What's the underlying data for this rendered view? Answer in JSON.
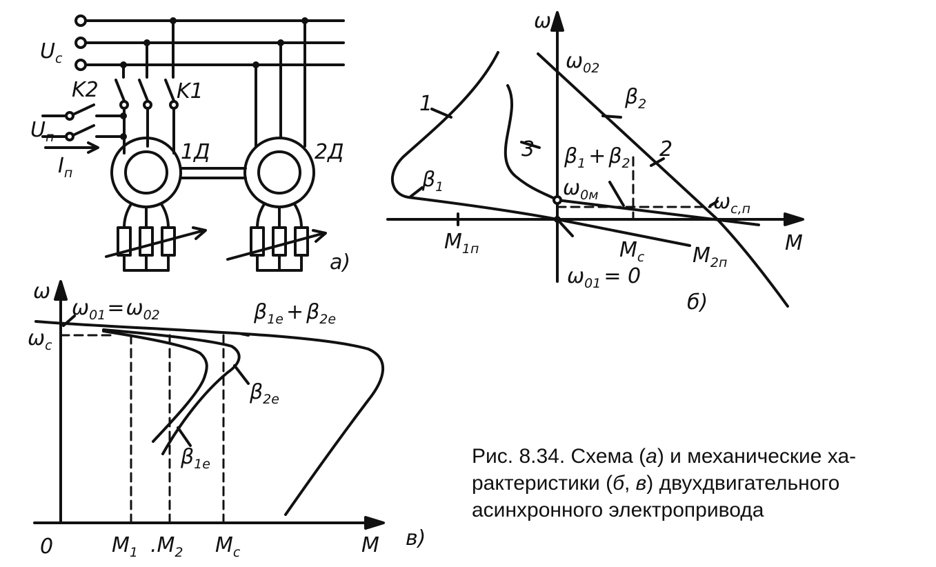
{
  "labels": {
    "Uc": "U",
    "Uc_sub": "c",
    "Un": "U",
    "Un_sub": "п",
    "In": "I",
    "In_sub": "п",
    "K1": "K1",
    "K2": "K2",
    "motor1": "1Д",
    "motor2": "2Д",
    "panel_a": "а)",
    "panel_b": "б)",
    "panel_c": "в)",
    "b_omega": "ω",
    "b_omega02": "ω",
    "b_omega02_sub": "02",
    "b_beta2": "β",
    "b_beta2_sub": "2",
    "b_curve1": "1",
    "b_curve2": "2",
    "b_curve3": "3",
    "b_beta1": "β",
    "b_beta1_sub": "1",
    "b_sum_a": "β",
    "b_sum_a_sub": "1",
    "b_sum_plus": "+",
    "b_sum_b": "β",
    "b_sum_b_sub": "2",
    "b_omega0m": "ω",
    "b_omega0m_sub": "0м",
    "b_omegacn": "ω",
    "b_omegacn_sub": "c,п",
    "b_M1n": "M",
    "b_M1n_sub": "1п",
    "b_Mc": "M",
    "b_Mc_sub": "c",
    "b_M2n": "M",
    "b_M2n_sub": "2п",
    "b_M": "M",
    "b_omega01": "ω",
    "b_omega01_sub": "01",
    "b_omega01_eq": "= 0",
    "c_omega": "ω",
    "c_top_a": "ω",
    "c_top_a_sub": "01",
    "c_top_eq": "=",
    "c_top_b": "ω",
    "c_top_b_sub": "02",
    "c_omegac": "ω",
    "c_omegac_sub": "c",
    "c_sum_a": "β",
    "c_sum_a_sub": "1e",
    "c_sum_plus": "+",
    "c_sum_b": "β",
    "c_sum_b_sub": "2e",
    "c_beta2e": "β",
    "c_beta2e_sub": "2e",
    "c_beta1e": "β",
    "c_beta1e_sub": "1e",
    "c_zero": "0",
    "c_M1": "M",
    "c_M1_sub": "1",
    "c_M2": ".M",
    "c_M2_sub": "2",
    "c_Mc": "M",
    "c_Mc_sub": "c",
    "c_M": "M"
  },
  "caption": {
    "prefix": "Рис. 8.34. Схема (",
    "a": "а",
    "mid1": ") и механические ха-",
    "line2_start": "рактеристики (",
    "b": "б",
    "sep": ", ",
    "c": "в",
    "line2_end": ") двухдвигательного",
    "line3": "асинхронного электропривода"
  },
  "colors": {
    "ink": "#111111",
    "paper": "#ffffff"
  }
}
